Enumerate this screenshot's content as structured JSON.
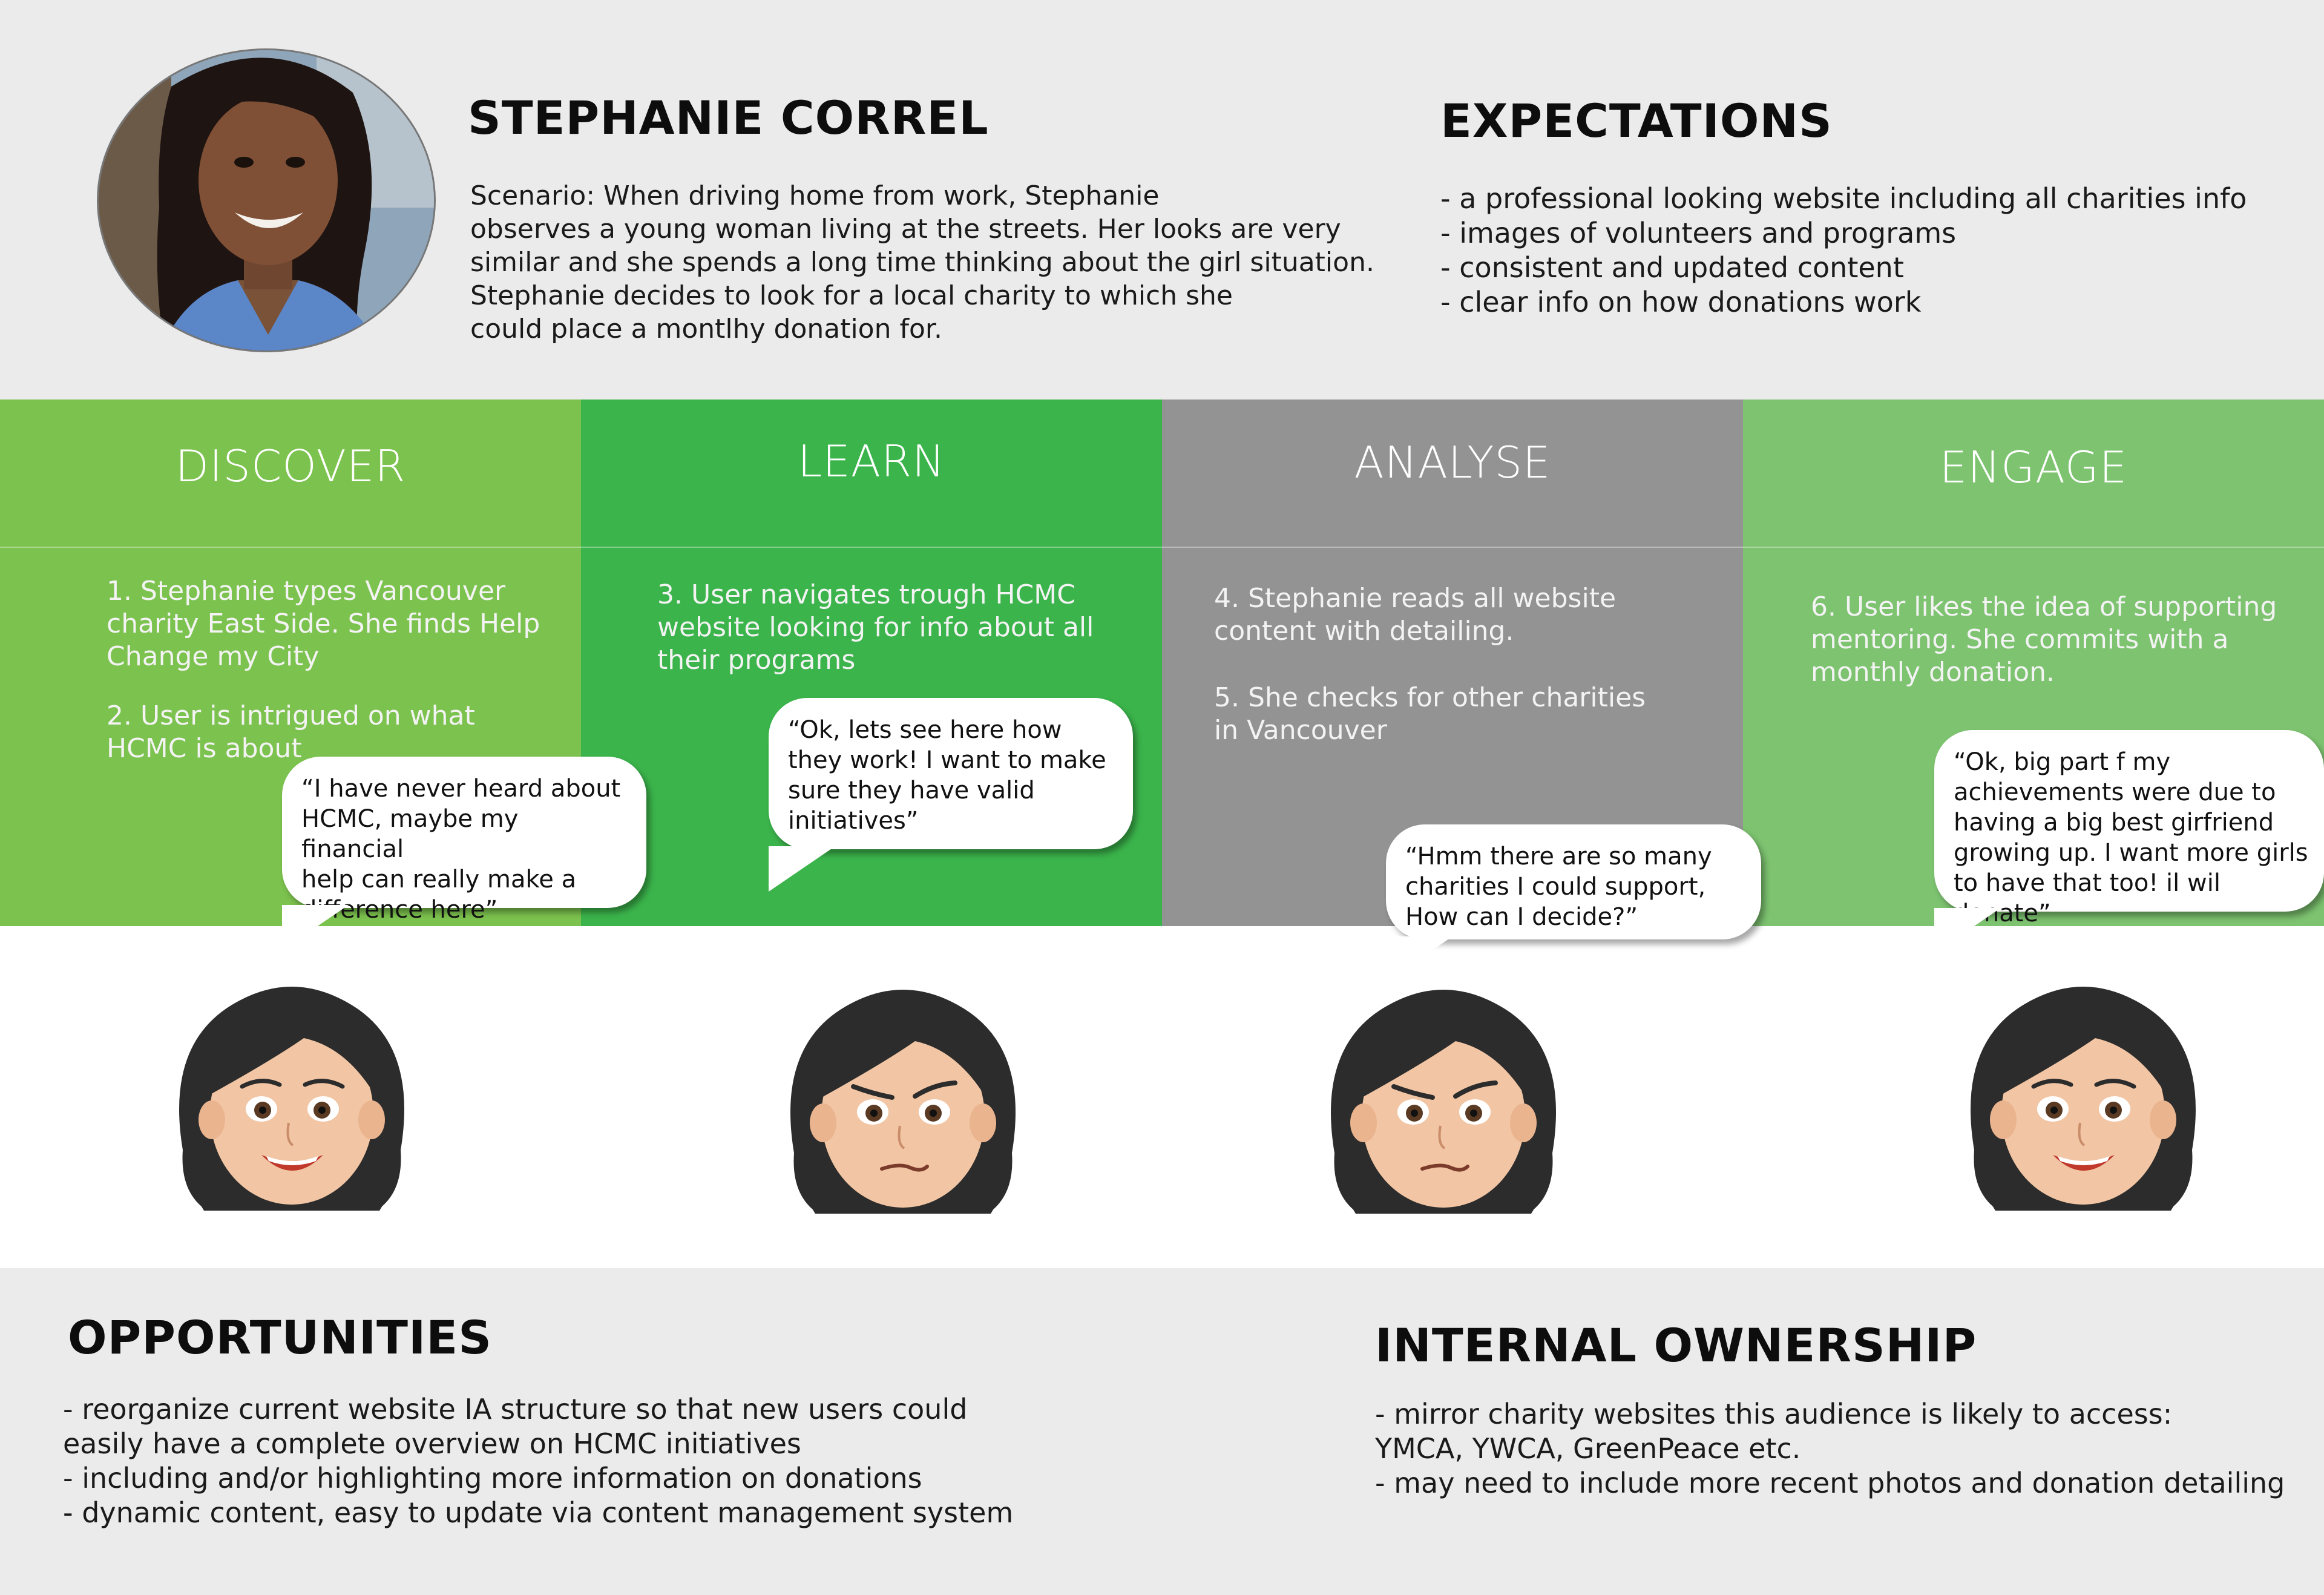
{
  "persona": {
    "name": "STEPHANIE CORREL",
    "scenario": "Scenario: When driving home from work, Stephanie\nobserves a young woman living at the streets. Her looks are very\nsimilar and she spends a long time thinking about the girl situation.\nStephanie decides to look for a local charity to which she\ncould place a montlhy donation for."
  },
  "expectations": {
    "title": "EXPECTATIONS",
    "items": [
      "- a professional looking website including all charities info",
      "- images of volunteers and programs",
      "- consistent and updated content",
      "- clear info on how donations work"
    ]
  },
  "phases": [
    {
      "title": "DISCOVER",
      "color": "#7cc24e",
      "steps": [
        "1. Stephanie types Vancouver\ncharity East Side. She finds Help\nChange my City",
        "2. User is intrigued on what\nHCMC is about"
      ],
      "quote": "“I have never heard about\nHCMC, maybe my financial\nhelp can really make a\ndifference here”",
      "emotion": "happy"
    },
    {
      "title": "LEARN",
      "color": "#3bb44b",
      "steps": [
        "3. User navigates trough HCMC\nwebsite looking for info about all\ntheir programs"
      ],
      "quote": "“Ok, lets see here how\nthey work! I want to make\nsure they have valid\ninitiatives”",
      "emotion": "skeptical"
    },
    {
      "title": "ANALYSE",
      "color": "#939393",
      "steps": [
        "4. Stephanie reads all website\ncontent with detailing.",
        "5. She checks for other charities\nin Vancouver"
      ],
      "quote": "“Hmm there are so many\ncharities I could support,\nHow can I decide?”",
      "emotion": "skeptical"
    },
    {
      "title": "ENGAGE",
      "color": "#7dc370",
      "steps": [
        "6. User likes the idea of supporting\nmentoring. She commits with a\nmonthly donation."
      ],
      "quote": "“Ok, big part f my\nachievements were due to\nhaving a big best girfriend\ngrowing up. I want more girls\nto have that too! il wil donate”",
      "emotion": "happy"
    }
  ],
  "opportunities": {
    "title": "OPPORTUNITIES",
    "text": "- reorganize current website IA structure so that new users could\neasily have a complete overview on HCMC initiatives\n- including and/or highlighting more information on donations\n- dynamic content, easy to update via content management system"
  },
  "ownership": {
    "title": "INTERNAL OWNERSHIP",
    "text": "- mirror charity websites this audience is likely to access:\nYMCA, YWCA, GreenPeace etc.\n- may need to  include more recent photos and donation detailing"
  }
}
